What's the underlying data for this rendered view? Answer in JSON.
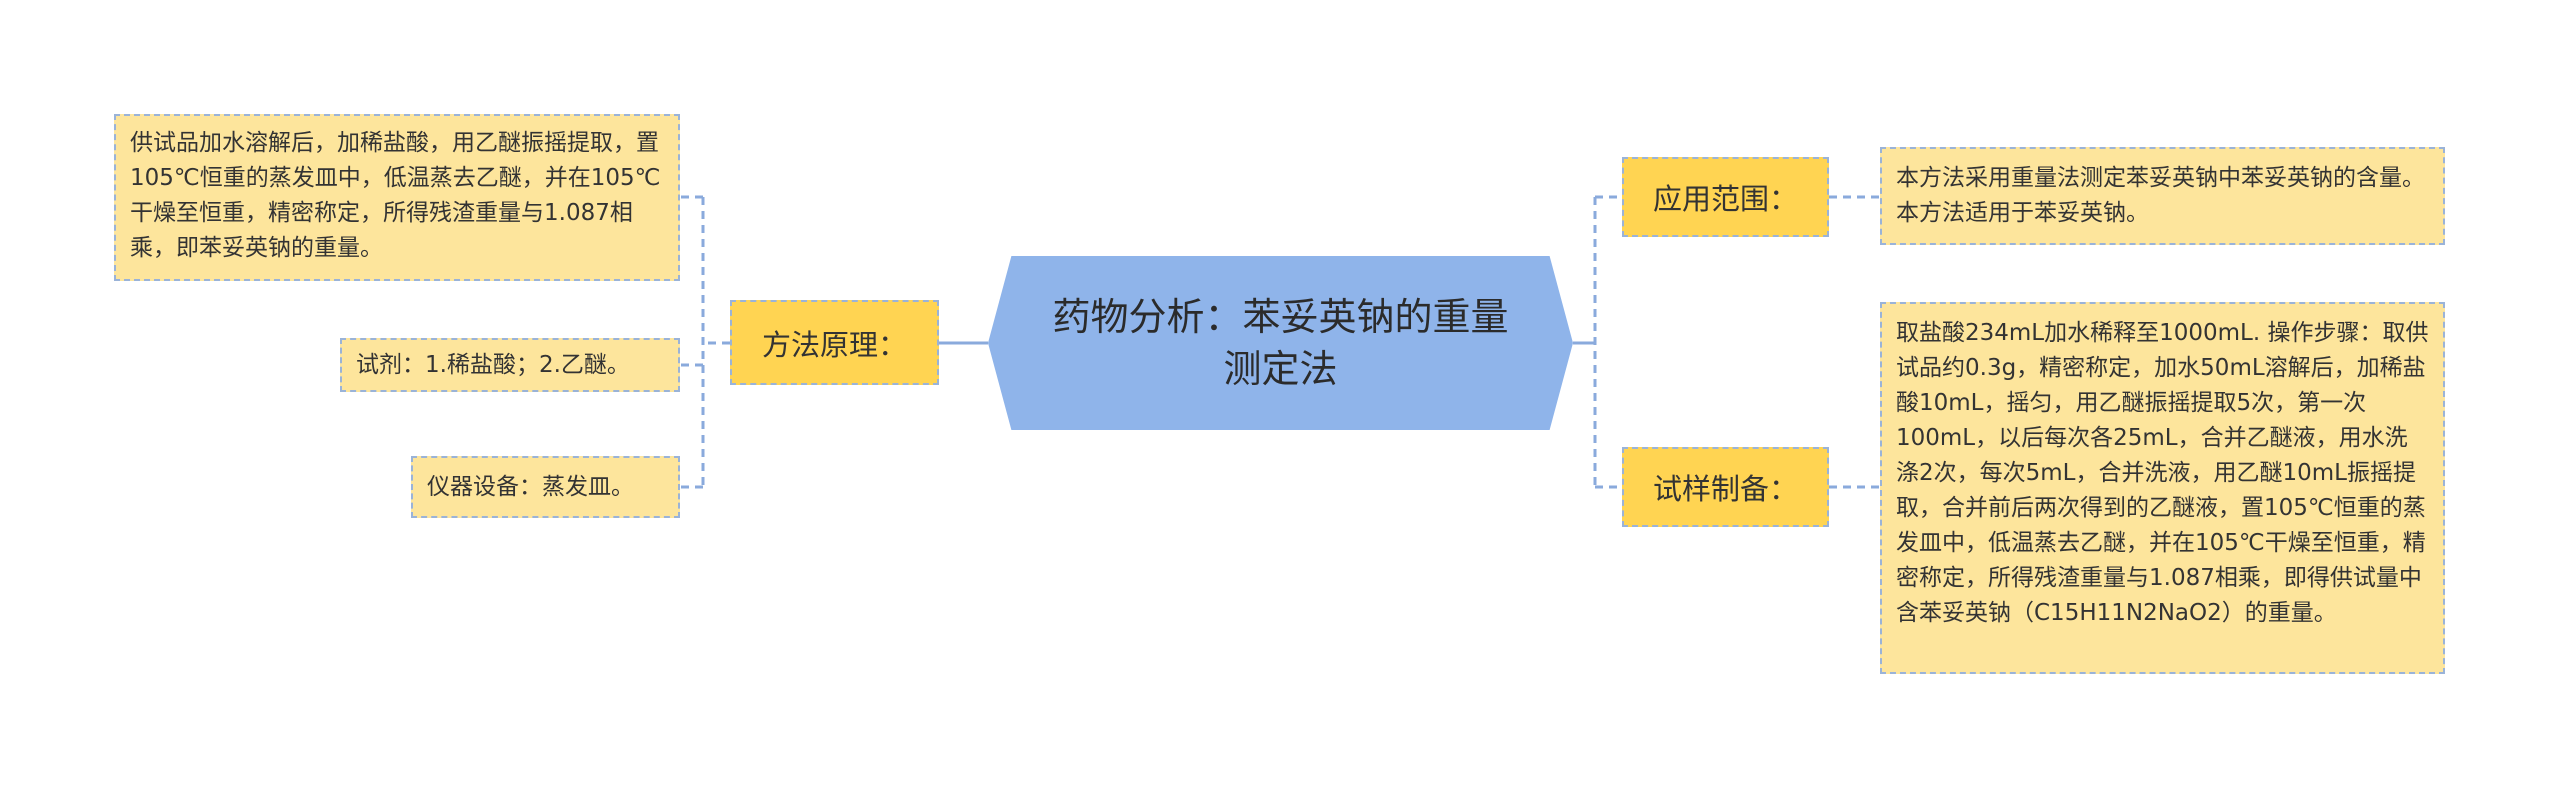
{
  "center": {
    "title": "药物分析：苯妥英钠的重量测定法"
  },
  "left": {
    "node": "方法原理：",
    "leaves": [
      "供试品加水溶解后，加稀盐酸，用乙醚振摇提取，置105℃恒重的蒸发皿中，低温蒸去乙醚，并在105℃干燥至恒重，精密称定，所得残渣重量与1.087相乘，即苯妥英钠的重量。",
      "试剂：1.稀盐酸；2.乙醚。",
      "仪器设备：蒸发皿。"
    ]
  },
  "right": [
    {
      "node": "应用范围：",
      "leaf": "本方法采用重量法测定苯妥英钠中苯妥英钠的含量。 本方法适用于苯妥英钠。"
    },
    {
      "node": "试样制备：",
      "leaf": "取盐酸234mL加水稀释至1000mL. 操作步骤：取供试品约0.3g，精密称定，加水50mL溶解后，加稀盐酸10mL，摇匀，用乙醚振摇提取5次，第一次100mL，以后每次各25mL，合并乙醚液，用水洗涤2次，每次5mL，合并洗液，用乙醚10mL振摇提取，合并前后两次得到的乙醚液，置105℃恒重的蒸发皿中，低温蒸去乙醚，并在105℃干燥至恒重，精密称定，所得残渣重量与1.087相乘，即得供试量中含苯妥英钠（C15H11N2NaO2）的重量。"
    }
  ]
}
